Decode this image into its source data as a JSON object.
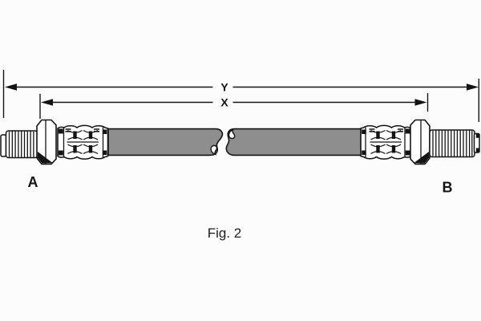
{
  "figure": {
    "caption": "Fig. 2",
    "dim_outer_label": "Y",
    "dim_inner_label": "X",
    "end_left_label": "A",
    "end_right_label": "B"
  },
  "colors": {
    "background": "#fcfcfc",
    "line": "#141414",
    "hose": "#8e8e8e",
    "metal": "#ffffff"
  }
}
